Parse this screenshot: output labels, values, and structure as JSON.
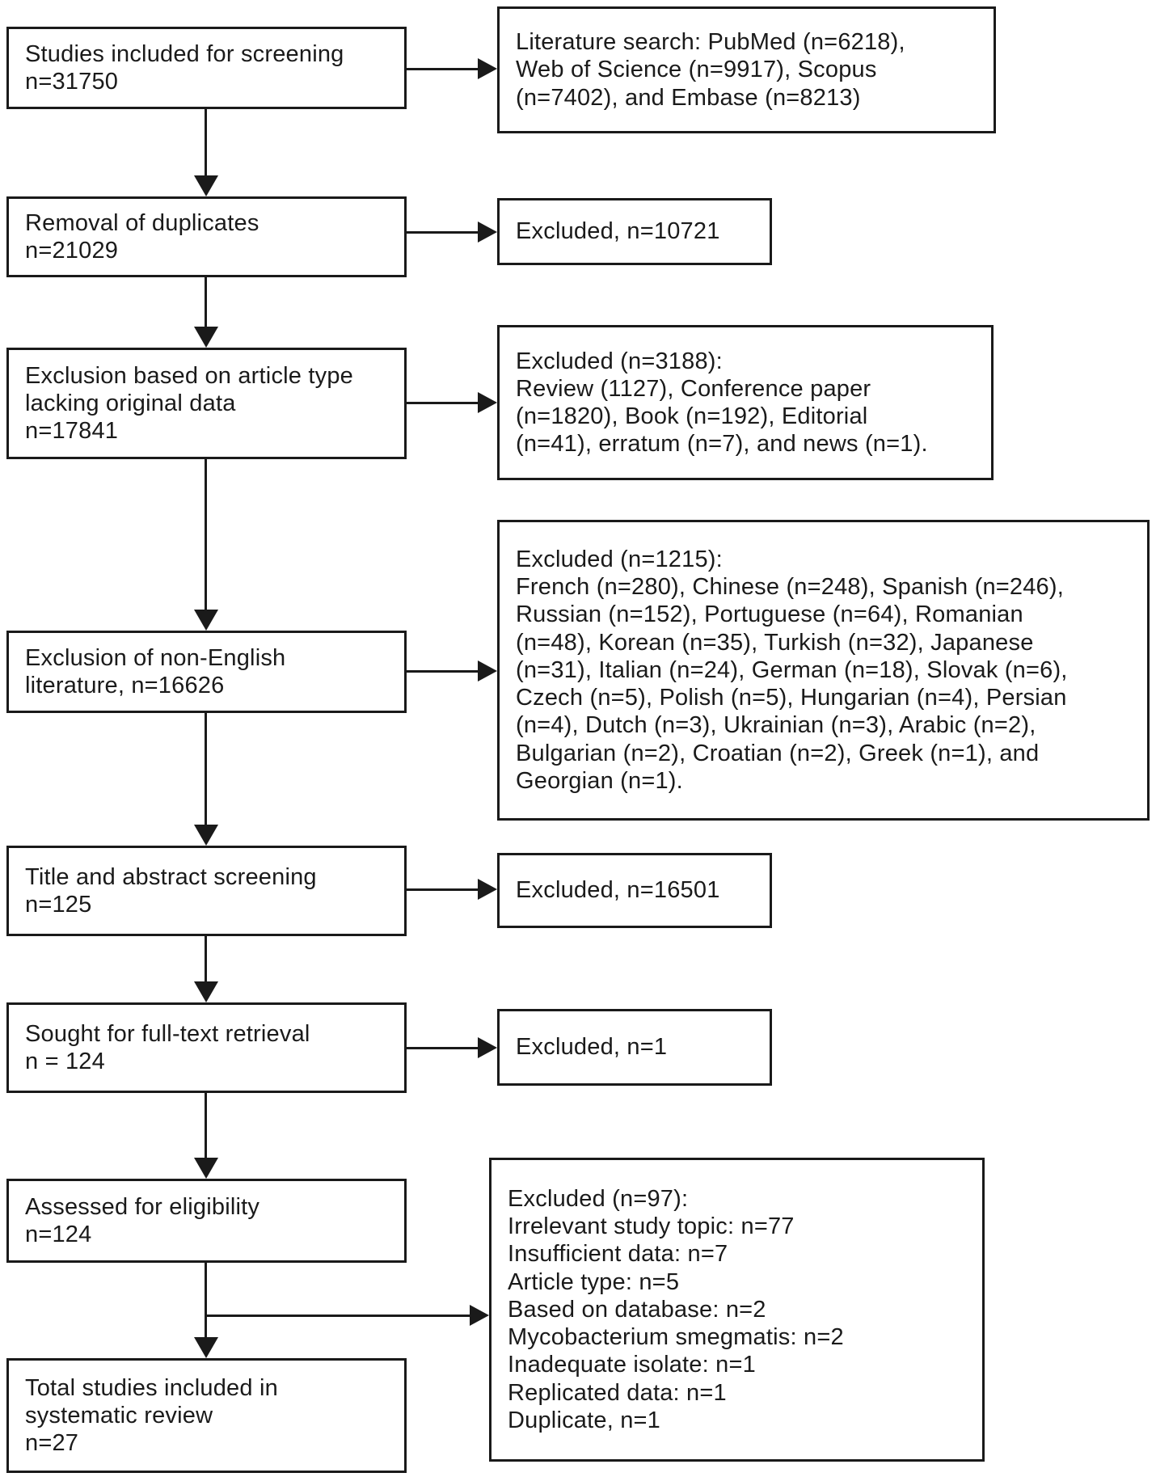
{
  "diagram": {
    "type": "flowchart",
    "boxes": {
      "left": [
        {
          "id": "screening",
          "text": "Studies included for screening\nn=31750"
        },
        {
          "id": "duplicates",
          "text": "Removal of duplicates\nn=21029"
        },
        {
          "id": "article-type",
          "text": "Exclusion based on article type\nlacking original data\nn=17841"
        },
        {
          "id": "non-english",
          "text": "Exclusion of non-English\nliterature, n=16626"
        },
        {
          "id": "title-abstract",
          "text": "Title and abstract screening\nn=125"
        },
        {
          "id": "full-text",
          "text": "Sought for full-text retrieval\nn = 124"
        },
        {
          "id": "eligibility",
          "text": "Assessed for eligibility\nn=124"
        },
        {
          "id": "included",
          "text": "Total studies included in\nsystematic review\nn=27"
        }
      ],
      "right": [
        {
          "id": "literature-search",
          "text": "Literature search: PubMed (n=6218),\nWeb of Science (n=9917), Scopus\n(n=7402), and Embase (n=8213)"
        },
        {
          "id": "excluded-duplicates",
          "text": "Excluded, n=10721"
        },
        {
          "id": "excluded-article-type",
          "text": "Excluded (n=3188):\nReview (1127), Conference paper\n(n=1820), Book (n=192), Editorial\n(n=41), erratum (n=7), and news (n=1)."
        },
        {
          "id": "excluded-language",
          "text": "Excluded (n=1215):\nFrench (n=280), Chinese (n=248), Spanish (n=246),\nRussian (n=152), Portuguese (n=64), Romanian\n(n=48), Korean (n=35), Turkish (n=32), Japanese\n(n=31), Italian (n=24), German (n=18), Slovak (n=6),\nCzech (n=5), Polish (n=5), Hungarian (n=4), Persian\n(n=4), Dutch (n=3), Ukrainian (n=3), Arabic (n=2),\nBulgarian (n=2), Croatian (n=2), Greek (n=1), and\nGeorgian (n=1)."
        },
        {
          "id": "excluded-title-abstract",
          "text": "Excluded, n=16501"
        },
        {
          "id": "excluded-full-text",
          "text": "Excluded, n=1"
        },
        {
          "id": "excluded-eligibility",
          "text": "Excluded (n=97):\nIrrelevant study topic: n=77\nInsufficient data: n=7\nArticle type: n=5\nBased on database: n=2\nMycobacterium smegmatis: n=2\nInadequate isolate: n=1\nReplicated data: n=1\nDuplicate, n=1"
        }
      ]
    },
    "edges": [
      {
        "from": "screening",
        "to": "literature-search",
        "direction": "right"
      },
      {
        "from": "screening",
        "to": "duplicates",
        "direction": "down"
      },
      {
        "from": "duplicates",
        "to": "excluded-duplicates",
        "direction": "right"
      },
      {
        "from": "duplicates",
        "to": "article-type",
        "direction": "down"
      },
      {
        "from": "article-type",
        "to": "excluded-article-type",
        "direction": "right"
      },
      {
        "from": "article-type",
        "to": "non-english",
        "direction": "down"
      },
      {
        "from": "non-english",
        "to": "excluded-language",
        "direction": "right"
      },
      {
        "from": "non-english",
        "to": "title-abstract",
        "direction": "down"
      },
      {
        "from": "title-abstract",
        "to": "excluded-title-abstract",
        "direction": "right"
      },
      {
        "from": "title-abstract",
        "to": "full-text",
        "direction": "down"
      },
      {
        "from": "full-text",
        "to": "excluded-full-text",
        "direction": "right"
      },
      {
        "from": "full-text",
        "to": "eligibility",
        "direction": "down"
      },
      {
        "from": "eligibility",
        "to": "excluded-eligibility",
        "direction": "right"
      },
      {
        "from": "eligibility",
        "to": "included",
        "direction": "down"
      }
    ],
    "colors": {
      "line": "#1a1a1a",
      "text": "#1a1a1a",
      "background": "#ffffff"
    }
  }
}
